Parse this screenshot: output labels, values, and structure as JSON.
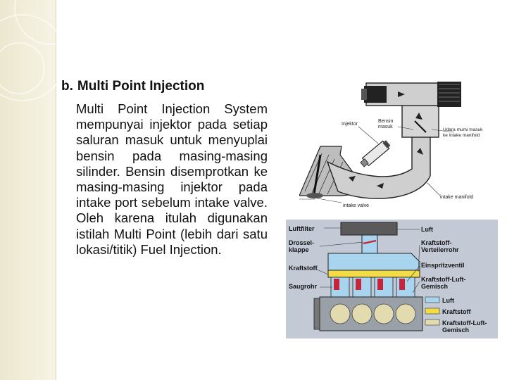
{
  "slide": {
    "heading_number": "b.",
    "heading_title": "Multi Point Injection",
    "paragraph": "Multi Point Injection System mempunyai injektor pada setiap saluran masuk untuk menyuplai bensin pada masing-masing silinder. Bensin disemprotkan ke masing-masing injektor pada intake port sebelum intake valve. Oleh karena itulah digunakan istilah Multi Point (lebih dari satu lokasi/titik) Fuel Injection."
  },
  "figure_top": {
    "injektor": "Injektor",
    "bensin_line1": "Bensin",
    "bensin_line2": "masuk",
    "udara_line1": "Udara mumi masuk",
    "udara_line2": "ke intake manifold",
    "intake_valve": "intake valve",
    "intake_manifold": "intake manifold"
  },
  "figure_bottom": {
    "luftfilter": "Luftfilter",
    "drossel_line1": "Drossel-",
    "drossel_line2": "klappe",
    "kraftstoff_left": "Kraftstoff",
    "saugrohr": "Saugrohr",
    "luft": "Luft",
    "verteiler_line1": "Kraftstoff-",
    "verteiler_line2": "Verteilerrohr",
    "einspritzventil": "Einspritzventil",
    "gemisch_line1": "Kraftstoff-Luft-",
    "gemisch_line2": "Gemisch",
    "legend": [
      {
        "label": "Luft",
        "color": "#a9d4ee"
      },
      {
        "label": "Kraftstoff",
        "color": "#f3dc46"
      },
      {
        "label_line1": "Kraftstoff-Luft-",
        "label_line2": "Gemisch",
        "color": "#e3dbb0"
      }
    ]
  },
  "colors": {
    "side_band": "#efe9d3",
    "figure_bg": "#c3cad6",
    "air": "#a9d4ee",
    "fuel": "#f3dc46",
    "mixture": "#e3dbb0",
    "injector_red": "#c6243a"
  }
}
